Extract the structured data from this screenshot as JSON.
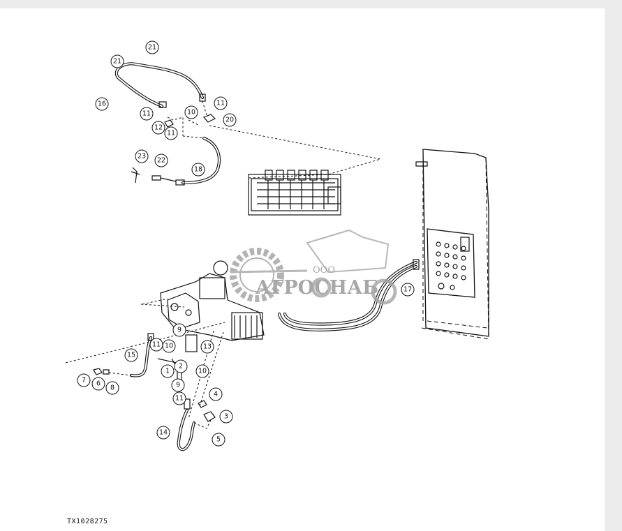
{
  "figure_id": "TX1028275",
  "watermark": {
    "prefix": "ООО",
    "name": "АГРОСНАБ"
  },
  "callouts": [
    {
      "id": "c21a",
      "label": "21"
    },
    {
      "id": "c21b",
      "label": "21"
    },
    {
      "id": "c16",
      "label": "16"
    },
    {
      "id": "c11a",
      "label": "11"
    },
    {
      "id": "c11b",
      "label": "11"
    },
    {
      "id": "c11c",
      "label": "11"
    },
    {
      "id": "c12",
      "label": "12"
    },
    {
      "id": "c10a",
      "label": "10"
    },
    {
      "id": "c20",
      "label": "20"
    },
    {
      "id": "c23",
      "label": "23"
    },
    {
      "id": "c22",
      "label": "22"
    },
    {
      "id": "c18",
      "label": "18"
    },
    {
      "id": "c17",
      "label": "17"
    },
    {
      "id": "c9a",
      "label": "9"
    },
    {
      "id": "c10b",
      "label": "10"
    },
    {
      "id": "c11d",
      "label": "11"
    },
    {
      "id": "c13",
      "label": "13"
    },
    {
      "id": "c15",
      "label": "15"
    },
    {
      "id": "c2",
      "label": "2"
    },
    {
      "id": "c1",
      "label": "1"
    },
    {
      "id": "c10c",
      "label": "10"
    },
    {
      "id": "c7",
      "label": "7"
    },
    {
      "id": "c6",
      "label": "6"
    },
    {
      "id": "c8",
      "label": "8"
    },
    {
      "id": "c9b",
      "label": "9"
    },
    {
      "id": "c11e",
      "label": "11"
    },
    {
      "id": "c4",
      "label": "4"
    },
    {
      "id": "c3",
      "label": "3"
    },
    {
      "id": "c5",
      "label": "5"
    },
    {
      "id": "c14",
      "label": "14"
    }
  ]
}
